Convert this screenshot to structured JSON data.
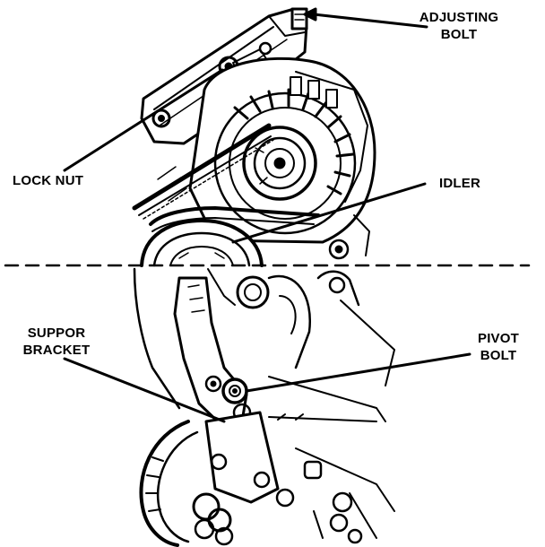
{
  "callouts": {
    "adjusting_bolt": {
      "line1": "ADJUSTING",
      "line2": "BOLT"
    },
    "lock_nut": {
      "line1": "LOCK NUT"
    },
    "idler": {
      "line1": "IDLER"
    },
    "support_bracket": {
      "line1": "SUPPOR",
      "line2": "BRACKET"
    },
    "pivot_bolt": {
      "line1": "PIVOT",
      "line2": "BOLT"
    }
  },
  "colors": {
    "ink": "#000000",
    "paper": "#ffffff"
  }
}
